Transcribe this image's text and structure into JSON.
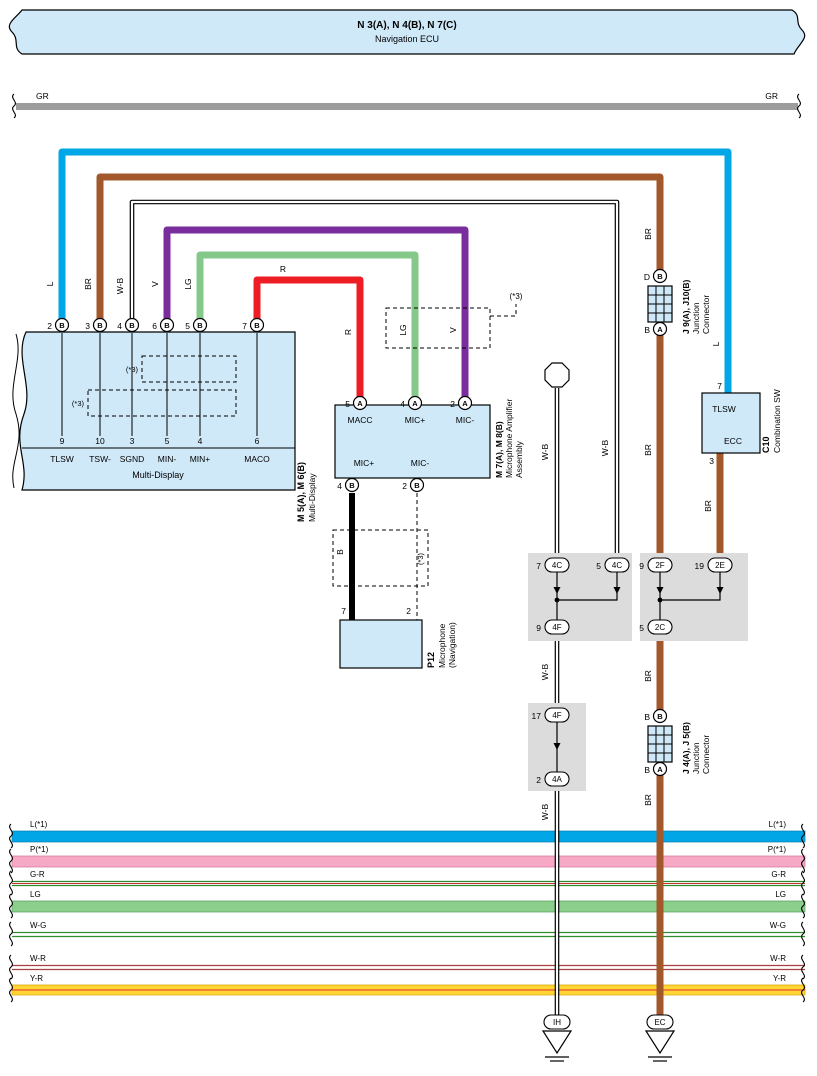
{
  "title": {
    "codes": "N 3(A), N 4(B), N 7(C)",
    "name": "Navigation ECU"
  },
  "top_bus": {
    "left": "GR",
    "right": "GR"
  },
  "labels": {
    "l": "L",
    "br": "BR",
    "wb": "W-B",
    "v": "V",
    "lg": "LG",
    "r": "R",
    "b": "B",
    "note3": "(*3)"
  },
  "multi_display": {
    "code": "M 5(A), M 6(B)",
    "name": "Multi-Display",
    "caption": "Multi-Display",
    "top_pins": [
      {
        "n": "2",
        "c": "B"
      },
      {
        "n": "3",
        "c": "B"
      },
      {
        "n": "4",
        "c": "B"
      },
      {
        "n": "6",
        "c": "B"
      },
      {
        "n": "5",
        "c": "B"
      },
      {
        "n": "7",
        "c": "B"
      }
    ],
    "bottom_pins": [
      {
        "n": "9",
        "label": "TLSW"
      },
      {
        "n": "10",
        "label": "TSW-"
      },
      {
        "n": "3",
        "label": "SGND"
      },
      {
        "n": "5",
        "label": "MIN-"
      },
      {
        "n": "4",
        "label": "MIN+"
      },
      {
        "n": "6",
        "label": "MACO"
      }
    ]
  },
  "mic_amp": {
    "code": "M 7(A), M 8(B)",
    "name1": "Microphone Amplifier",
    "name2": "Assembly",
    "top_pins": [
      {
        "n": "5",
        "c": "A",
        "label": "MACC"
      },
      {
        "n": "4",
        "c": "A",
        "label": "MIC+"
      },
      {
        "n": "2",
        "c": "A",
        "label": "MIC-"
      }
    ],
    "bottom_pins": [
      {
        "n": "4",
        "c": "B",
        "label": "MIC+"
      },
      {
        "n": "2",
        "c": "B",
        "label": "MIC-"
      }
    ]
  },
  "microphone": {
    "code": "P12",
    "name1": "Microphone",
    "name2": "(Navigation)",
    "pin_left": "7",
    "pin_right": "2"
  },
  "junction_top": {
    "code": "J 9(A), J10(B)",
    "name1": "Junction",
    "name2": "Connector",
    "top_n": "D",
    "top_c": "B",
    "bottom_n": "B",
    "bottom_c": "A"
  },
  "junction_bottom": {
    "code": "J 4(A), J 5(B)",
    "name1": "Junction",
    "name2": "Connector",
    "top_n": "B",
    "top_c": "B",
    "bottom_n": "B",
    "bottom_c": "A"
  },
  "combination_sw": {
    "code": "C10",
    "name": "Combination SW",
    "pin_top": "7",
    "label_top": "TLSW",
    "label_bottom": "ECC",
    "pin_bottom": "3"
  },
  "blocks": {
    "b1": {
      "p1n": "7",
      "p1t": "4C",
      "p2n": "5",
      "p2t": "4C",
      "p3n": "9",
      "p3t": "4F"
    },
    "b2": {
      "p1n": "9",
      "p1t": "2F",
      "p2n": "19",
      "p2t": "2E",
      "p3n": "5",
      "p3t": "2C"
    },
    "b3": {
      "p1n": "17",
      "p1t": "4F",
      "p2n": "2",
      "p2t": "4A"
    }
  },
  "bottom_buses": [
    {
      "label": "L(*1)",
      "color": "#00a6e6",
      "style": "thick"
    },
    {
      "label": "P(*1)",
      "color": "#f6a8c5",
      "style": "thick"
    },
    {
      "label": "G-R",
      "color": "#2e8b2e",
      "style": "thin-pair"
    },
    {
      "label": "LG",
      "color": "#8ccf8c",
      "style": "thick"
    },
    {
      "label": "W-G",
      "color": "#2e8b2e",
      "style": "thin-pair"
    },
    {
      "label": "W-R",
      "color": "#a84040",
      "style": "thin-pair"
    },
    {
      "label": "Y-R",
      "color": "#ffd633",
      "style": "thick"
    }
  ],
  "grounds": {
    "left": "IH",
    "right": "EC"
  },
  "colors": {
    "component_fill": "#cfe9f9",
    "wire_blue": "#00a6e6",
    "wire_brown": "#a3582b",
    "wire_purple": "#7a2d9c",
    "wire_green": "#85c98a",
    "wire_red": "#ee1c25",
    "wire_black": "#000000",
    "bus_gray": "#9c9c9c",
    "bus_pink": "#f6a8c5",
    "bus_green": "#8ccf8c",
    "bus_yellow": "#ffd633",
    "block_gray": "#dcdcdc"
  }
}
